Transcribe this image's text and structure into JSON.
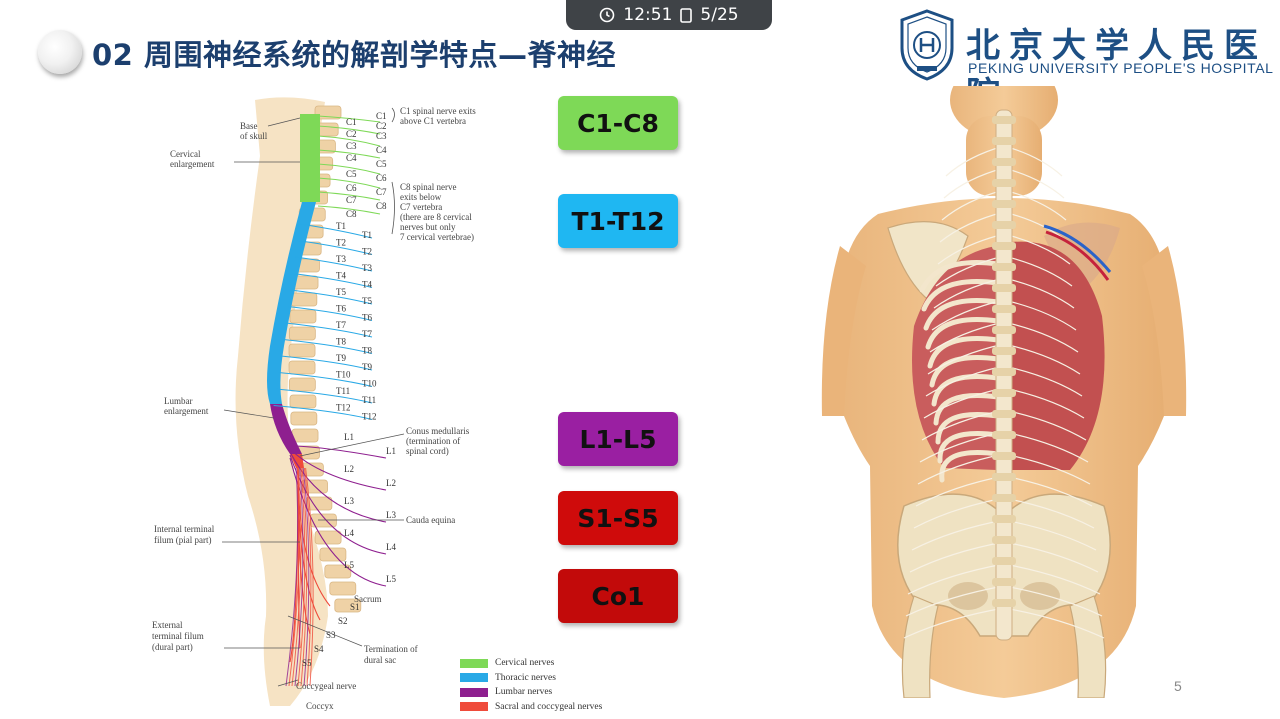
{
  "status_bar": {
    "time": "12:51",
    "page": "5/25"
  },
  "slide": {
    "title": "02 周围神经系统的解剖学特点—脊神经",
    "page_number": "5"
  },
  "logo": {
    "chinese_name": "北京大学人民医院",
    "english_name": "PEKING UNIVERSITY PEOPLE'S HOSPITAL"
  },
  "badges": [
    {
      "label": "C1-C8",
      "color": "#7ed957"
    },
    {
      "label": "T1-T12",
      "color": "#1fb7f2"
    },
    {
      "label": "L1-L5",
      "color": "#9a1fa2"
    },
    {
      "label": "S1-S5",
      "color": "#cf0b0b"
    },
    {
      "label": "Co1",
      "color": "#c20a0a"
    }
  ],
  "spine_labels": {
    "base_of_skull_1": "Base",
    "base_of_skull_2": "of skull",
    "cervical_enlargement_1": "Cervical",
    "cervical_enlargement_2": "enlargement",
    "c1_note_1": "C1 spinal nerve exits",
    "c1_note_2": "above C1 vertebra",
    "c8_note_1": "C8 spinal nerve",
    "c8_note_2": "exits below",
    "c8_note_3": "C7 vertebra",
    "c8_note_4": "(there are 8 cervical",
    "c8_note_5": "nerves but only",
    "c8_note_6": "7 cervical vertebrae)",
    "lumbar_enlargement_1": "Lumbar",
    "lumbar_enlargement_2": "enlargement",
    "conus_1": "Conus medullaris",
    "conus_2": "(termination of",
    "conus_3": "spinal cord)",
    "cauda_equina": "Cauda equina",
    "internal_filum_1": "Internal terminal",
    "internal_filum_2": "filum (pial part)",
    "sacrum": "Sacrum",
    "external_filum_1": "External",
    "external_filum_2": "terminal filum",
    "external_filum_3": "(dural part)",
    "dural_sac_1": "Termination of",
    "dural_sac_2": "dural sac",
    "coccygeal_nerve": "Coccygeal nerve",
    "coccyx": "Coccyx"
  },
  "spine_levels": {
    "cervical": [
      "C1",
      "C2",
      "C3",
      "C4",
      "C5",
      "C6",
      "C7",
      "C8"
    ],
    "thoracic": [
      "T1",
      "T2",
      "T3",
      "T4",
      "T5",
      "T6",
      "T7",
      "T8",
      "T9",
      "T10",
      "T11",
      "T12"
    ],
    "lumbar": [
      "L1",
      "L2",
      "L3",
      "L4",
      "L5"
    ],
    "sacral": [
      "S1",
      "S2",
      "S3",
      "S4",
      "S5"
    ]
  },
  "legend": [
    {
      "label": "Cervical nerves",
      "color": "#7ed957"
    },
    {
      "label": "Thoracic nerves",
      "color": "#29a9e6"
    },
    {
      "label": "Lumbar nerves",
      "color": "#8e1f8f"
    },
    {
      "label": "Sacral and coccygeal nerves",
      "color": "#ef4b3b"
    }
  ]
}
